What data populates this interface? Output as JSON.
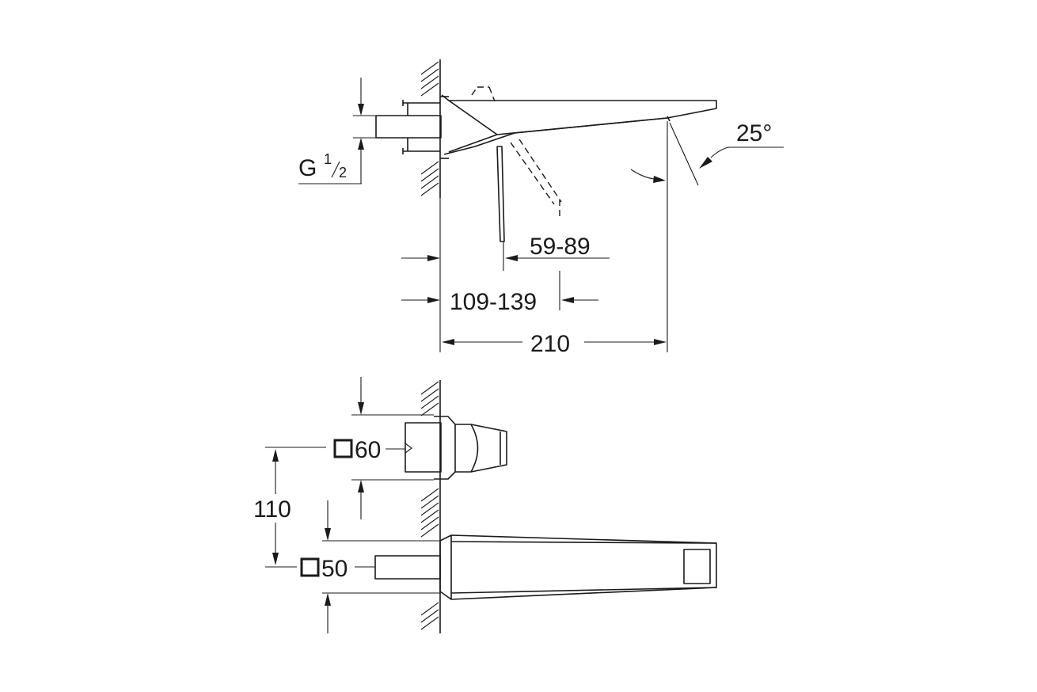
{
  "side_view": {
    "thread_base": "G",
    "thread_num": "1",
    "thread_den": "2",
    "angle": "25°",
    "dim_projection": "59-89",
    "dim_wall_depth": "109-139",
    "dim_total": "210"
  },
  "front_view": {
    "handle_square": "60",
    "spout_square": "50",
    "dim_spacing": "110"
  }
}
